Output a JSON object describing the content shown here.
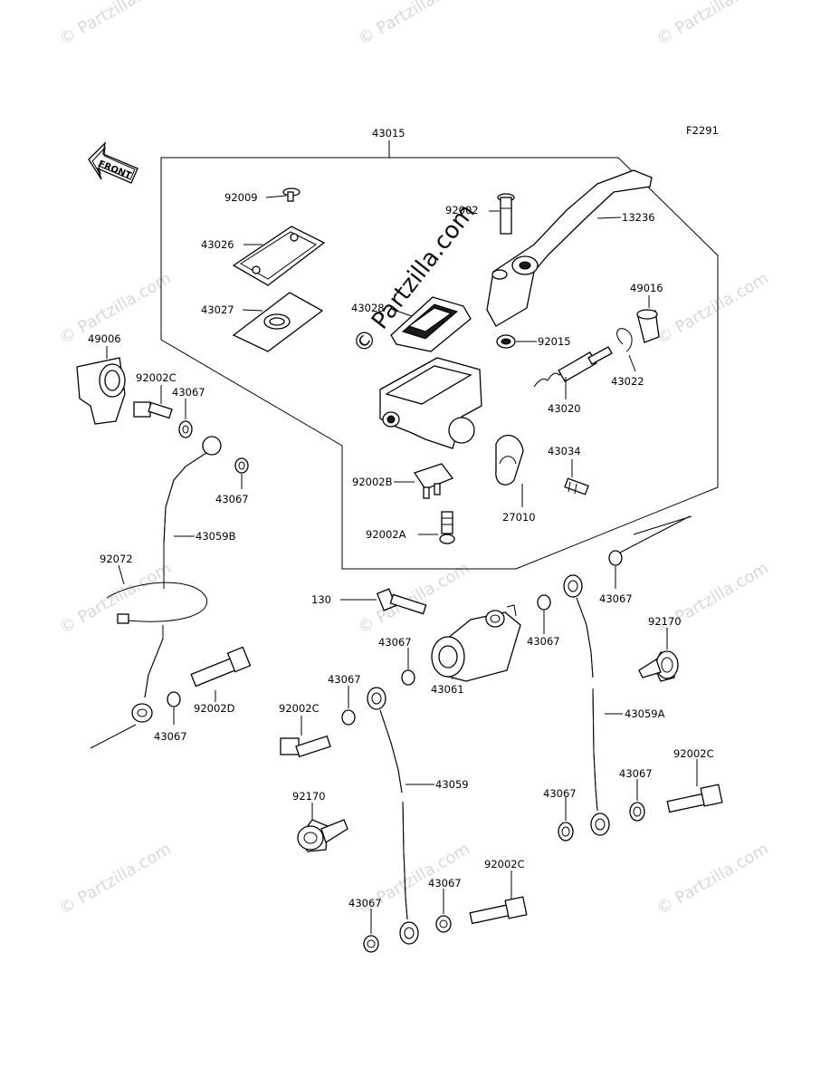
{
  "figure_code": "F2291",
  "front_label": "FRONT",
  "watermark_text": "© Partzilla.com",
  "watermark_center_text": "© Partzilla.com",
  "parts": [
    {
      "id": "p43015",
      "label": "43015"
    },
    {
      "id": "p92009",
      "label": "92009"
    },
    {
      "id": "p43026",
      "label": "43026"
    },
    {
      "id": "p43027",
      "label": "43027"
    },
    {
      "id": "p43028",
      "label": "43028"
    },
    {
      "id": "p92002_top",
      "label": "92002"
    },
    {
      "id": "p13236",
      "label": "13236"
    },
    {
      "id": "p49016",
      "label": "49016"
    },
    {
      "id": "p92015",
      "label": "92015"
    },
    {
      "id": "p43022",
      "label": "43022"
    },
    {
      "id": "p43020",
      "label": "43020"
    },
    {
      "id": "p92002B",
      "label": "92002B"
    },
    {
      "id": "p27010",
      "label": "27010"
    },
    {
      "id": "p43034",
      "label": "43034"
    },
    {
      "id": "p92002A",
      "label": "92002A"
    },
    {
      "id": "p49006",
      "label": "49006"
    },
    {
      "id": "p92002C_l",
      "label": "92002C"
    },
    {
      "id": "p43067_a",
      "label": "43067"
    },
    {
      "id": "p43067_b",
      "label": "43067"
    },
    {
      "id": "p43059B",
      "label": "43059B"
    },
    {
      "id": "p92072",
      "label": "92072"
    },
    {
      "id": "p92002D",
      "label": "92002D"
    },
    {
      "id": "p43067_c",
      "label": "43067"
    },
    {
      "id": "p130",
      "label": "130"
    },
    {
      "id": "p43067_d",
      "label": "43067"
    },
    {
      "id": "p43067_e",
      "label": "43067"
    },
    {
      "id": "p43061",
      "label": "43061"
    },
    {
      "id": "p43067_f",
      "label": "43067"
    },
    {
      "id": "p43067_g",
      "label": "43067"
    },
    {
      "id": "p92002C_m",
      "label": "92002C"
    },
    {
      "id": "p43059",
      "label": "43059"
    },
    {
      "id": "p92170_l",
      "label": "92170"
    },
    {
      "id": "p43067_h",
      "label": "43067"
    },
    {
      "id": "p43067_i",
      "label": "43067"
    },
    {
      "id": "p92002C_b",
      "label": "92002C"
    },
    {
      "id": "p92170_r",
      "label": "92170"
    },
    {
      "id": "p43059A",
      "label": "43059A"
    },
    {
      "id": "p92002C_r",
      "label": "92002C"
    },
    {
      "id": "p43067_j",
      "label": "43067"
    },
    {
      "id": "p43067_k",
      "label": "43067"
    }
  ]
}
